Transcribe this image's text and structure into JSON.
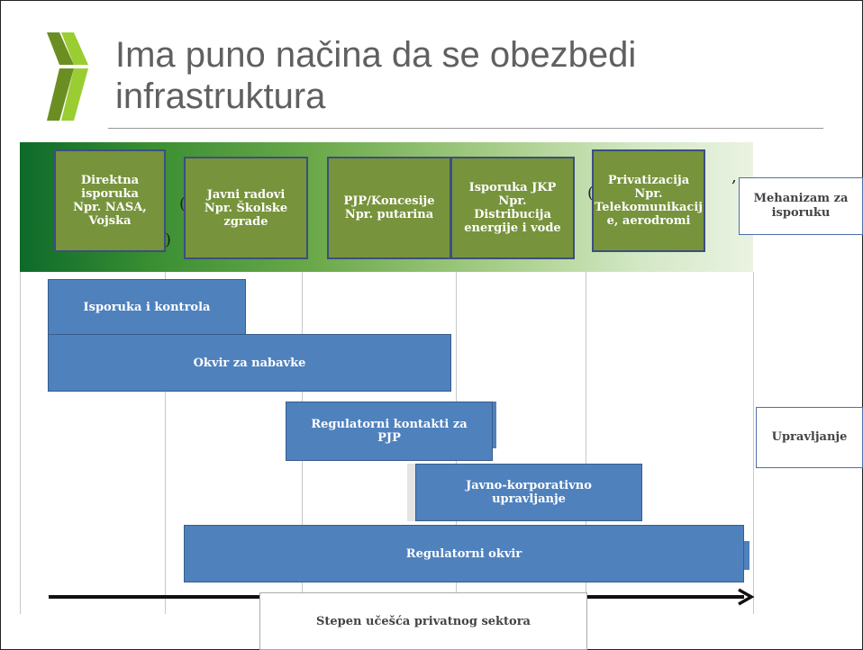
{
  "slide": {
    "title": "Ima puno načina da se obezbedi\ninfrastruktura"
  },
  "colors": {
    "accent_chevron_dark": "#6b8e23",
    "accent_chevron_light": "#9acd32",
    "box_green": "#77933c",
    "bar_blue": "#4f81bd"
  },
  "delivery_mechanisms": [
    "Direktna\nisporuka\nNpr. NASA,\nVojska",
    "Javni radovi\nNpr. Školske\nzgrade",
    "PJP/Koncesije\nNpr. putarina",
    "Isporuka JKP\nNpr.\nDistribucija\nenergije i vode",
    "Privatizacija\nNpr.\nTelekomunikacij\ne, aerodromi"
  ],
  "side_labels": {
    "delivery": "Mehanizam za\nisporuku",
    "governance": "Upravljanje"
  },
  "governance_bars": [
    "Isporuka i kontrola",
    "Okvir za nabavke",
    "Regulatorni kontakti za\nPJP",
    "Javno-korporativno\nupravljanje",
    "Regulatorni okvir"
  ],
  "axis": {
    "label": "Stepen učešća privatnog sektora"
  }
}
